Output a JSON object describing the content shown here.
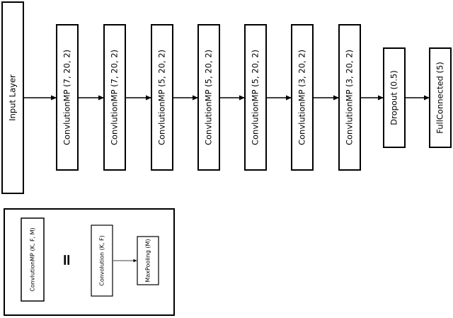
{
  "nodes": {
    "input": "Input Layer",
    "conv1": "ConvlutionMP (7, 20, 2)",
    "conv2": "ConvlutionMP (7, 20, 2)",
    "conv3": "ConvlutionMP (5, 20, 2)",
    "conv4": "ConvlutionMP (5, 20, 2)",
    "conv5": "ConvlutionMP (5, 20, 2)",
    "conv6": "ConvlutionMP (3, 20, 2)",
    "conv7": "ConvlutionMP (3, 20, 2)",
    "dropout": "Dropout (0.5)",
    "fc": "FullConnected (5)"
  },
  "legend": {
    "composite": "ConvlutionMP (K, F, M)",
    "equals": "=",
    "convolution": "Convolution (K, F)",
    "maxpooling": "MaxPooling (M)"
  },
  "colors": {
    "stroke": "#000000",
    "fill": "#ffffff"
  }
}
